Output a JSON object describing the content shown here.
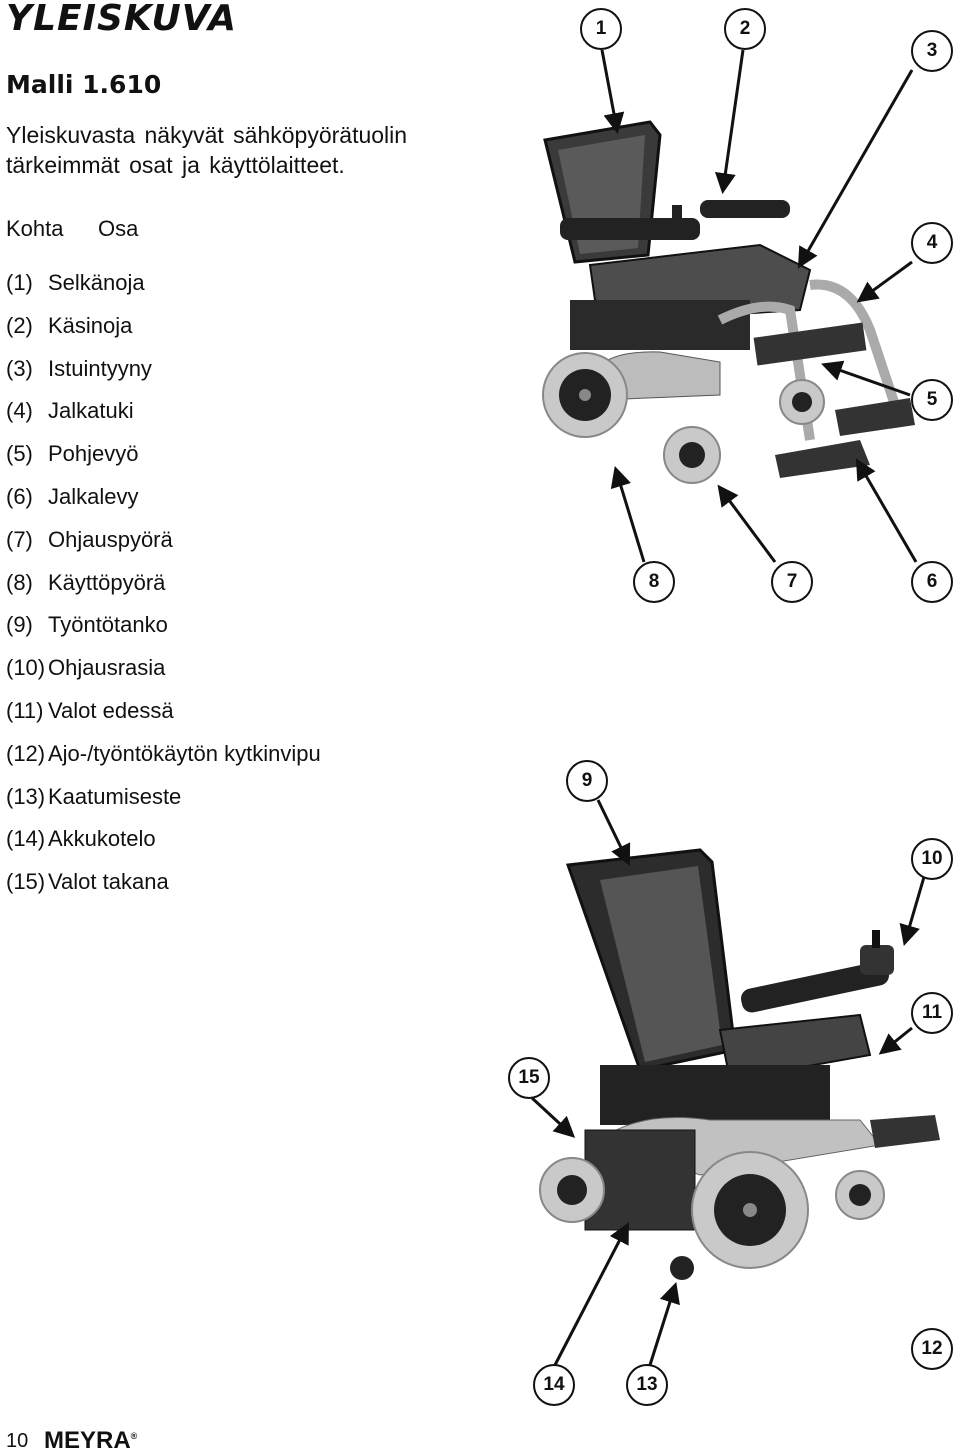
{
  "header": {
    "title": "YLEISKUVA",
    "model": "Malli 1.610",
    "intro": "Yleiskuvasta näkyvät sähköpyörätuolin tärkeimmät osat ja käyttölaitteet."
  },
  "table": {
    "col_item": "Kohta",
    "col_part": "Osa",
    "rows": [
      {
        "num": "(1)",
        "part": "Selkänoja"
      },
      {
        "num": "(2)",
        "part": "Käsinoja"
      },
      {
        "num": "(3)",
        "part": "Istuintyyny"
      },
      {
        "num": "(4)",
        "part": "Jalkatuki"
      },
      {
        "num": "(5)",
        "part": "Pohjevyö"
      },
      {
        "num": "(6)",
        "part": "Jalkalevy"
      },
      {
        "num": "(7)",
        "part": "Ohjauspyörä"
      },
      {
        "num": "(8)",
        "part": "Käyttöpyörä"
      },
      {
        "num": "(9)",
        "part": "Työntötanko"
      },
      {
        "num": "(10)",
        "part": "Ohjausrasia"
      },
      {
        "num": "(11)",
        "part": "Valot edessä"
      },
      {
        "num": "(12)",
        "part": "Ajo-/työntökäytön kytkinvipu"
      },
      {
        "num": "(13)",
        "part": "Kaatumiseste"
      },
      {
        "num": "(14)",
        "part": "Akkukotelo"
      },
      {
        "num": "(15)",
        "part": "Valot takana"
      }
    ]
  },
  "callouts": [
    "1",
    "2",
    "3",
    "4",
    "5",
    "6",
    "7",
    "8",
    "9",
    "10",
    "11",
    "12",
    "13",
    "14",
    "15"
  ],
  "footer": {
    "page": "10",
    "brand": "MEYRA",
    "brand_mark": "®"
  }
}
